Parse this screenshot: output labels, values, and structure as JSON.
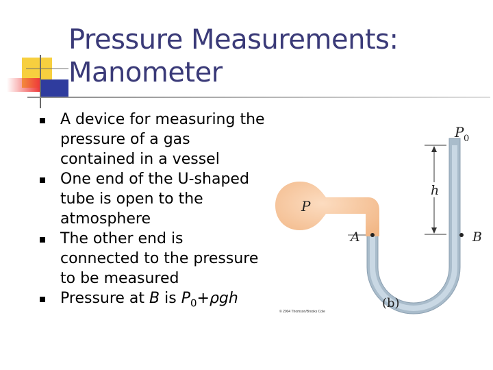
{
  "slide": {
    "title_line1": "Pressure Measurements:",
    "title_line2": "Manometer",
    "bullets": [
      {
        "text": "A device for measuring the pressure of a gas contained in a vessel"
      },
      {
        "text": "One end of the U-shaped tube is open to the atmosphere"
      },
      {
        "text": "The other end is connected to the pressure to be measured"
      },
      {
        "prefix": "Pressure at ",
        "var_b": "B",
        "mid": " is ",
        "p": "P",
        "sub": "0",
        "rest": "+ρgh"
      }
    ]
  },
  "figure": {
    "label_p0": "P",
    "label_p0_sub": "0",
    "label_h": "h",
    "label_p": "P",
    "label_a": "A",
    "label_b": "B",
    "caption": "(b)",
    "copyright": "© 2004 Thomson/Brooks Cole"
  },
  "colors": {
    "title": "#3a3a78",
    "deco_yellow": "#f7cf3f",
    "deco_red": "#ee3a3a",
    "deco_blue": "#2f3c9e",
    "gas": "#f6c49a",
    "tube": "#b9cbd9"
  }
}
